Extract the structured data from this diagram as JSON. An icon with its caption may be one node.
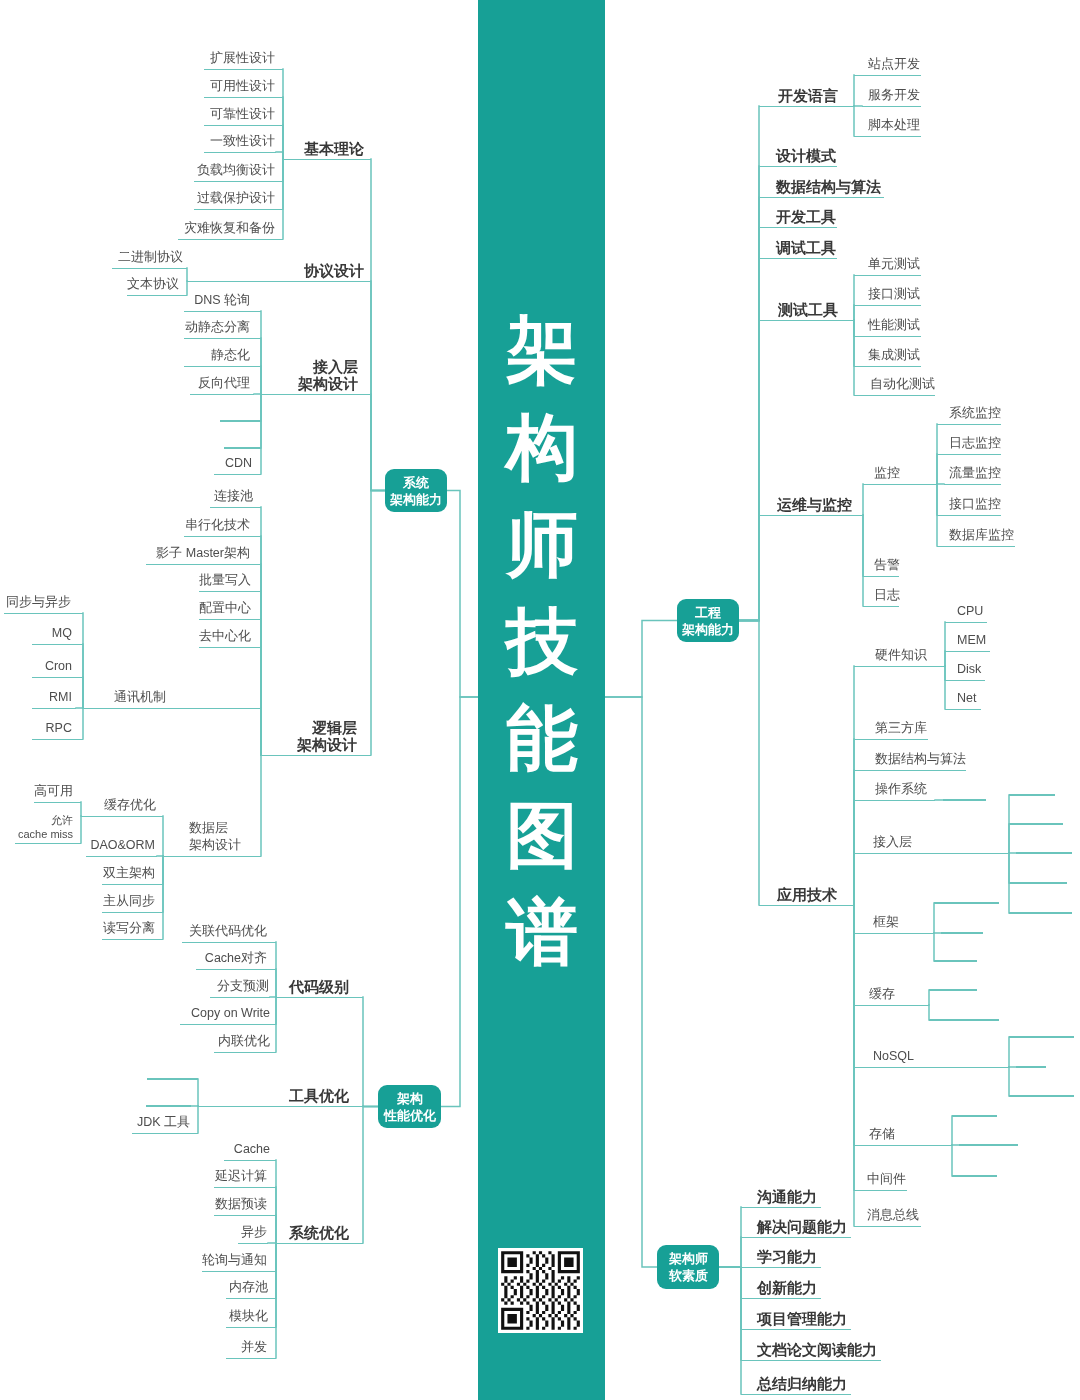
{
  "diagram": {
    "nodes": [
      {
        "text": [
          "架构师技能图谱"
        ]
      },
      {
        "text": [
          "系统架构能力"
        ]
      },
      {
        "text": [
          "基本理论"
        ]
      },
      {
        "text": [
          "扩展性设计"
        ]
      },
      {
        "text": [
          "可用性设计"
        ]
      },
      {
        "text": [
          "可靠性设计"
        ]
      },
      {
        "text": [
          "一致性设计"
        ]
      },
      {
        "text": [
          "负载均衡设计"
        ]
      },
      {
        "text": [
          "过载保护设计"
        ]
      },
      {
        "text": [
          "灾难恢复和备份"
        ]
      },
      {
        "text": [
          "协议设计"
        ]
      },
      {
        "text": [
          "二进制协议"
        ]
      },
      {
        "text": [
          "文本协议"
        ]
      },
      {
        "text": [
          "接入层架构设计"
        ]
      },
      {
        "text": [
          "DNS 轮询"
        ]
      },
      {
        "text": [
          "动静态分离"
        ]
      },
      {
        "text": [
          "静态化"
        ]
      },
      {
        "text": [
          "反向代理"
        ]
      },
      {
        "text": [],
        "shape": "line"
      },
      {
        "text": [],
        "shape": "line"
      },
      {
        "text": [
          "CDN"
        ]
      },
      {
        "text": [
          "逻辑层架构设计"
        ]
      },
      {
        "text": [
          "连接池"
        ]
      },
      {
        "text": [
          "串行化技术"
        ]
      },
      {
        "text": [
          "影子 Master架构"
        ]
      },
      {
        "text": [
          "批量写入"
        ]
      },
      {
        "text": [
          "配置中心"
        ]
      },
      {
        "text": [
          "去中心化"
        ]
      },
      {
        "text": [
          "通讯机制"
        ]
      },
      {
        "text": [
          "同步与异步"
        ]
      },
      {
        "text": [
          "MQ"
        ]
      },
      {
        "text": [
          "Cron"
        ]
      },
      {
        "text": [
          "RMI"
        ]
      },
      {
        "text": [
          "RPC"
        ]
      },
      {
        "text": [
          "数据层架构设计"
        ]
      },
      {
        "text": [
          "缓存优化"
        ]
      },
      {
        "text": [
          "高可用"
        ]
      },
      {
        "text": [
          "允许 cache miss"
        ]
      },
      {
        "text": [
          "DAO&ORM"
        ]
      },
      {
        "text": [
          "双主架构"
        ]
      },
      {
        "text": [
          "主从同步"
        ]
      },
      {
        "text": [
          "读写分离"
        ]
      },
      {
        "text": [
          "架构性能优化"
        ]
      },
      {
        "text": [
          "代码级别"
        ]
      },
      {
        "text": [
          "关联代码优化"
        ]
      },
      {
        "text": [
          "Cache对齐"
        ]
      },
      {
        "text": [
          "分支预测"
        ]
      },
      {
        "text": [
          "Copy on Write"
        ]
      },
      {
        "text": [
          "内联优化"
        ]
      },
      {
        "text": [
          "工具优化"
        ]
      },
      {
        "text": [],
        "shape": "line"
      },
      {
        "text": [],
        "shape": "line"
      },
      {
        "text": [
          "JDK 工具"
        ]
      },
      {
        "text": [
          "系统优化"
        ]
      },
      {
        "text": [
          "Cache"
        ]
      },
      {
        "text": [
          "延迟计算"
        ]
      },
      {
        "text": [
          "数据预读"
        ]
      },
      {
        "text": [
          "异步"
        ]
      },
      {
        "text": [
          "轮询与通知"
        ]
      },
      {
        "text": [
          "内存池"
        ]
      },
      {
        "text": [
          "模块化"
        ]
      },
      {
        "text": [
          "并发"
        ]
      },
      {
        "text": [
          "工程架构能力"
        ]
      },
      {
        "text": [
          "开发语言"
        ]
      },
      {
        "text": [
          "站点开发"
        ]
      },
      {
        "text": [
          "服务开发"
        ]
      },
      {
        "text": [
          "脚本处理"
        ]
      },
      {
        "text": [
          "设计模式"
        ]
      },
      {
        "text": [
          "数据结构与算法"
        ]
      },
      {
        "text": [
          "开发工具"
        ]
      },
      {
        "text": [
          "调试工具"
        ]
      },
      {
        "text": [
          "测试工具"
        ]
      },
      {
        "text": [
          "单元测试"
        ]
      },
      {
        "text": [
          "接口测试"
        ]
      },
      {
        "text": [
          "性能测试"
        ]
      },
      {
        "text": [
          "集成测试"
        ]
      },
      {
        "text": [
          "自动化测试"
        ]
      },
      {
        "text": [
          "运维与监控"
        ]
      },
      {
        "text": [
          "监控"
        ]
      },
      {
        "text": [
          "系统监控"
        ]
      },
      {
        "text": [
          "日志监控"
        ]
      },
      {
        "text": [
          "流量监控"
        ]
      },
      {
        "text": [
          "接口监控"
        ]
      },
      {
        "text": [
          "数据库监控"
        ]
      },
      {
        "text": [
          "告警"
        ]
      },
      {
        "text": [
          "日志"
        ]
      },
      {
        "text": [
          "应用技术"
        ]
      },
      {
        "text": [
          "硬件知识"
        ]
      },
      {
        "text": [
          "CPU"
        ]
      },
      {
        "text": [
          "MEM"
        ]
      },
      {
        "text": [
          "Disk"
        ]
      },
      {
        "text": [
          "Net"
        ]
      },
      {
        "text": [
          "第三方库"
        ]
      },
      {
        "text": [
          "数据结构与算法"
        ]
      },
      {
        "text": [
          "操作系统"
        ]
      },
      {
        "text": [],
        "shape": "line"
      },
      {
        "text": [
          "接入层"
        ]
      },
      {
        "text": [],
        "shape": "line"
      },
      {
        "text": [],
        "shape": "line"
      },
      {
        "text": [],
        "shape": "line"
      },
      {
        "text": [],
        "shape": "line"
      },
      {
        "text": [],
        "shape": "line"
      },
      {
        "text": [
          "框架"
        ]
      },
      {
        "text": [],
        "shape": "line"
      },
      {
        "text": [],
        "shape": "line"
      },
      {
        "text": [],
        "shape": "line"
      },
      {
        "text": [
          "缓存"
        ]
      },
      {
        "text": [],
        "shape": "line"
      },
      {
        "text": [],
        "shape": "line"
      },
      {
        "text": [
          "NoSQL"
        ]
      },
      {
        "text": [],
        "shape": "line"
      },
      {
        "text": [],
        "shape": "line"
      },
      {
        "text": [],
        "shape": "line"
      },
      {
        "text": [
          "存储"
        ]
      },
      {
        "text": [],
        "shape": "line"
      },
      {
        "text": [],
        "shape": "line"
      },
      {
        "text": [],
        "shape": "line"
      },
      {
        "text": [
          "中间件"
        ]
      },
      {
        "text": [
          "消息总线"
        ]
      },
      {
        "text": [
          "架构师软素质"
        ]
      },
      {
        "text": [
          "沟通能力"
        ]
      },
      {
        "text": [
          "解决问题能力"
        ]
      },
      {
        "text": [
          "学习能力"
        ]
      },
      {
        "text": [
          "创新能力"
        ]
      },
      {
        "text": [
          "项目管理能力"
        ]
      },
      {
        "text": [
          "文档论文阅读能力"
        ]
      },
      {
        "text": [
          "总结归纳能力"
        ]
      }
    ],
    "edges": [
      {
        "from": 0,
        "to": 1,
        "arrow": "none"
      },
      {
        "from": 1,
        "to": 2,
        "arrow": "none"
      },
      {
        "from": 2,
        "to": 3,
        "arrow": "none"
      },
      {
        "from": 2,
        "to": 4,
        "arrow": "none"
      },
      {
        "from": 2,
        "to": 5,
        "arrow": "none"
      },
      {
        "from": 2,
        "to": 6,
        "arrow": "none"
      },
      {
        "from": 2,
        "to": 7,
        "arrow": "none"
      },
      {
        "from": 2,
        "to": 8,
        "arrow": "none"
      },
      {
        "from": 2,
        "to": 9,
        "arrow": "none"
      },
      {
        "from": 1,
        "to": 10,
        "arrow": "none"
      },
      {
        "from": 10,
        "to": 11,
        "arrow": "none"
      },
      {
        "from": 10,
        "to": 12,
        "arrow": "none"
      },
      {
        "from": 1,
        "to": 13,
        "arrow": "none"
      },
      {
        "from": 13,
        "to": 14,
        "arrow": "none"
      },
      {
        "from": 13,
        "to": 15,
        "arrow": "none"
      },
      {
        "from": 13,
        "to": 16,
        "arrow": "none"
      },
      {
        "from": 13,
        "to": 17,
        "arrow": "none"
      },
      {
        "from": 13,
        "to": 18,
        "arrow": "none"
      },
      {
        "from": 13,
        "to": 19,
        "arrow": "none"
      },
      {
        "from": 13,
        "to": 20,
        "arrow": "none"
      },
      {
        "from": 1,
        "to": 21,
        "arrow": "none"
      },
      {
        "from": 21,
        "to": 22,
        "arrow": "none"
      },
      {
        "from": 21,
        "to": 23,
        "arrow": "none"
      },
      {
        "from": 21,
        "to": 24,
        "arrow": "none"
      },
      {
        "from": 21,
        "to": 25,
        "arrow": "none"
      },
      {
        "from": 21,
        "to": 26,
        "arrow": "none"
      },
      {
        "from": 21,
        "to": 27,
        "arrow": "none"
      },
      {
        "from": 21,
        "to": 28,
        "arrow": "none"
      },
      {
        "from": 28,
        "to": 29,
        "arrow": "none"
      },
      {
        "from": 28,
        "to": 30,
        "arrow": "none"
      },
      {
        "from": 28,
        "to": 31,
        "arrow": "none"
      },
      {
        "from": 28,
        "to": 32,
        "arrow": "none"
      },
      {
        "from": 28,
        "to": 33,
        "arrow": "none"
      },
      {
        "from": 21,
        "to": 34,
        "arrow": "none"
      },
      {
        "from": 34,
        "to": 35,
        "arrow": "none"
      },
      {
        "from": 35,
        "to": 36,
        "arrow": "none"
      },
      {
        "from": 35,
        "to": 37,
        "arrow": "none"
      },
      {
        "from": 34,
        "to": 38,
        "arrow": "none"
      },
      {
        "from": 34,
        "to": 39,
        "arrow": "none"
      },
      {
        "from": 34,
        "to": 40,
        "arrow": "none"
      },
      {
        "from": 34,
        "to": 41,
        "arrow": "none"
      },
      {
        "from": 0,
        "to": 42,
        "arrow": "none"
      },
      {
        "from": 42,
        "to": 43,
        "arrow": "none"
      },
      {
        "from": 43,
        "to": 44,
        "arrow": "none"
      },
      {
        "from": 43,
        "to": 45,
        "arrow": "none"
      },
      {
        "from": 43,
        "to": 46,
        "arrow": "none"
      },
      {
        "from": 43,
        "to": 47,
        "arrow": "none"
      },
      {
        "from": 43,
        "to": 48,
        "arrow": "none"
      },
      {
        "from": 42,
        "to": 49,
        "arrow": "none"
      },
      {
        "from": 49,
        "to": 50,
        "arrow": "none"
      },
      {
        "from": 49,
        "to": 51,
        "arrow": "none"
      },
      {
        "from": 49,
        "to": 52,
        "arrow": "none"
      },
      {
        "from": 42,
        "to": 53,
        "arrow": "none"
      },
      {
        "from": 53,
        "to": 54,
        "arrow": "none"
      },
      {
        "from": 53,
        "to": 55,
        "arrow": "none"
      },
      {
        "from": 53,
        "to": 56,
        "arrow": "none"
      },
      {
        "from": 53,
        "to": 57,
        "arrow": "none"
      },
      {
        "from": 53,
        "to": 58,
        "arrow": "none"
      },
      {
        "from": 53,
        "to": 59,
        "arrow": "none"
      },
      {
        "from": 53,
        "to": 60,
        "arrow": "none"
      },
      {
        "from": 53,
        "to": 61,
        "arrow": "none"
      },
      {
        "from": 0,
        "to": 62,
        "arrow": "none"
      },
      {
        "from": 62,
        "to": 63,
        "arrow": "none"
      },
      {
        "from": 63,
        "to": 64,
        "arrow": "none"
      },
      {
        "from": 63,
        "to": 65,
        "arrow": "none"
      },
      {
        "from": 63,
        "to": 66,
        "arrow": "none"
      },
      {
        "from": 62,
        "to": 67,
        "arrow": "none"
      },
      {
        "from": 62,
        "to": 68,
        "arrow": "none"
      },
      {
        "from": 62,
        "to": 69,
        "arrow": "none"
      },
      {
        "from": 62,
        "to": 70,
        "arrow": "none"
      },
      {
        "from": 62,
        "to": 71,
        "arrow": "none"
      },
      {
        "from": 71,
        "to": 72,
        "arrow": "none"
      },
      {
        "from": 71,
        "to": 73,
        "arrow": "none"
      },
      {
        "from": 71,
        "to": 74,
        "arrow": "none"
      },
      {
        "from": 71,
        "to": 75,
        "arrow": "none"
      },
      {
        "from": 71,
        "to": 76,
        "arrow": "none"
      },
      {
        "from": 62,
        "to": 77,
        "arrow": "none"
      },
      {
        "from": 77,
        "to": 78,
        "arrow": "none"
      },
      {
        "from": 78,
        "to": 79,
        "arrow": "none"
      },
      {
        "from": 78,
        "to": 80,
        "arrow": "none"
      },
      {
        "from": 78,
        "to": 81,
        "arrow": "none"
      },
      {
        "from": 78,
        "to": 82,
        "arrow": "none"
      },
      {
        "from": 78,
        "to": 83,
        "arrow": "none"
      },
      {
        "from": 77,
        "to": 84,
        "arrow": "none"
      },
      {
        "from": 77,
        "to": 85,
        "arrow": "none"
      },
      {
        "from": 62,
        "to": 86,
        "arrow": "none"
      },
      {
        "from": 86,
        "to": 87,
        "arrow": "none"
      },
      {
        "from": 87,
        "to": 88,
        "arrow": "none"
      },
      {
        "from": 87,
        "to": 89,
        "arrow": "none"
      },
      {
        "from": 87,
        "to": 90,
        "arrow": "none"
      },
      {
        "from": 87,
        "to": 91,
        "arrow": "none"
      },
      {
        "from": 86,
        "to": 92,
        "arrow": "none"
      },
      {
        "from": 86,
        "to": 93,
        "arrow": "none"
      },
      {
        "from": 86,
        "to": 94,
        "arrow": "none"
      },
      {
        "from": 94,
        "to": 95,
        "arrow": "none"
      },
      {
        "from": 86,
        "to": 96,
        "arrow": "none"
      },
      {
        "from": 96,
        "to": 97,
        "arrow": "none"
      },
      {
        "from": 96,
        "to": 98,
        "arrow": "none"
      },
      {
        "from": 96,
        "to": 99,
        "arrow": "none"
      },
      {
        "from": 96,
        "to": 100,
        "arrow": "none"
      },
      {
        "from": 96,
        "to": 101,
        "arrow": "none"
      },
      {
        "from": 86,
        "to": 102,
        "arrow": "none"
      },
      {
        "from": 102,
        "to": 103,
        "arrow": "none"
      },
      {
        "from": 102,
        "to": 104,
        "arrow": "none"
      },
      {
        "from": 102,
        "to": 105,
        "arrow": "none"
      },
      {
        "from": 86,
        "to": 106,
        "arrow": "none"
      },
      {
        "from": 106,
        "to": 107,
        "arrow": "none"
      },
      {
        "from": 106,
        "to": 108,
        "arrow": "none"
      },
      {
        "from": 86,
        "to": 109,
        "arrow": "none"
      },
      {
        "from": 109,
        "to": 110,
        "arrow": "none"
      },
      {
        "from": 109,
        "to": 111,
        "arrow": "none"
      },
      {
        "from": 109,
        "to": 112,
        "arrow": "none"
      },
      {
        "from": 86,
        "to": 113,
        "arrow": "none"
      },
      {
        "from": 113,
        "to": 114,
        "arrow": "none"
      },
      {
        "from": 113,
        "to": 115,
        "arrow": "none"
      },
      {
        "from": 113,
        "to": 116,
        "arrow": "none"
      },
      {
        "from": 86,
        "to": 117,
        "arrow": "none"
      },
      {
        "from": 86,
        "to": 118,
        "arrow": "none"
      },
      {
        "from": 0,
        "to": 119,
        "arrow": "none"
      },
      {
        "from": 119,
        "to": 120,
        "arrow": "none"
      },
      {
        "from": 119,
        "to": 121,
        "arrow": "none"
      },
      {
        "from": 119,
        "to": 122,
        "arrow": "none"
      },
      {
        "from": 119,
        "to": 123,
        "arrow": "none"
      },
      {
        "from": 119,
        "to": 124,
        "arrow": "none"
      },
      {
        "from": 119,
        "to": 125,
        "arrow": "none"
      },
      {
        "from": 119,
        "to": 126,
        "arrow": "none"
      }
    ]
  }
}
